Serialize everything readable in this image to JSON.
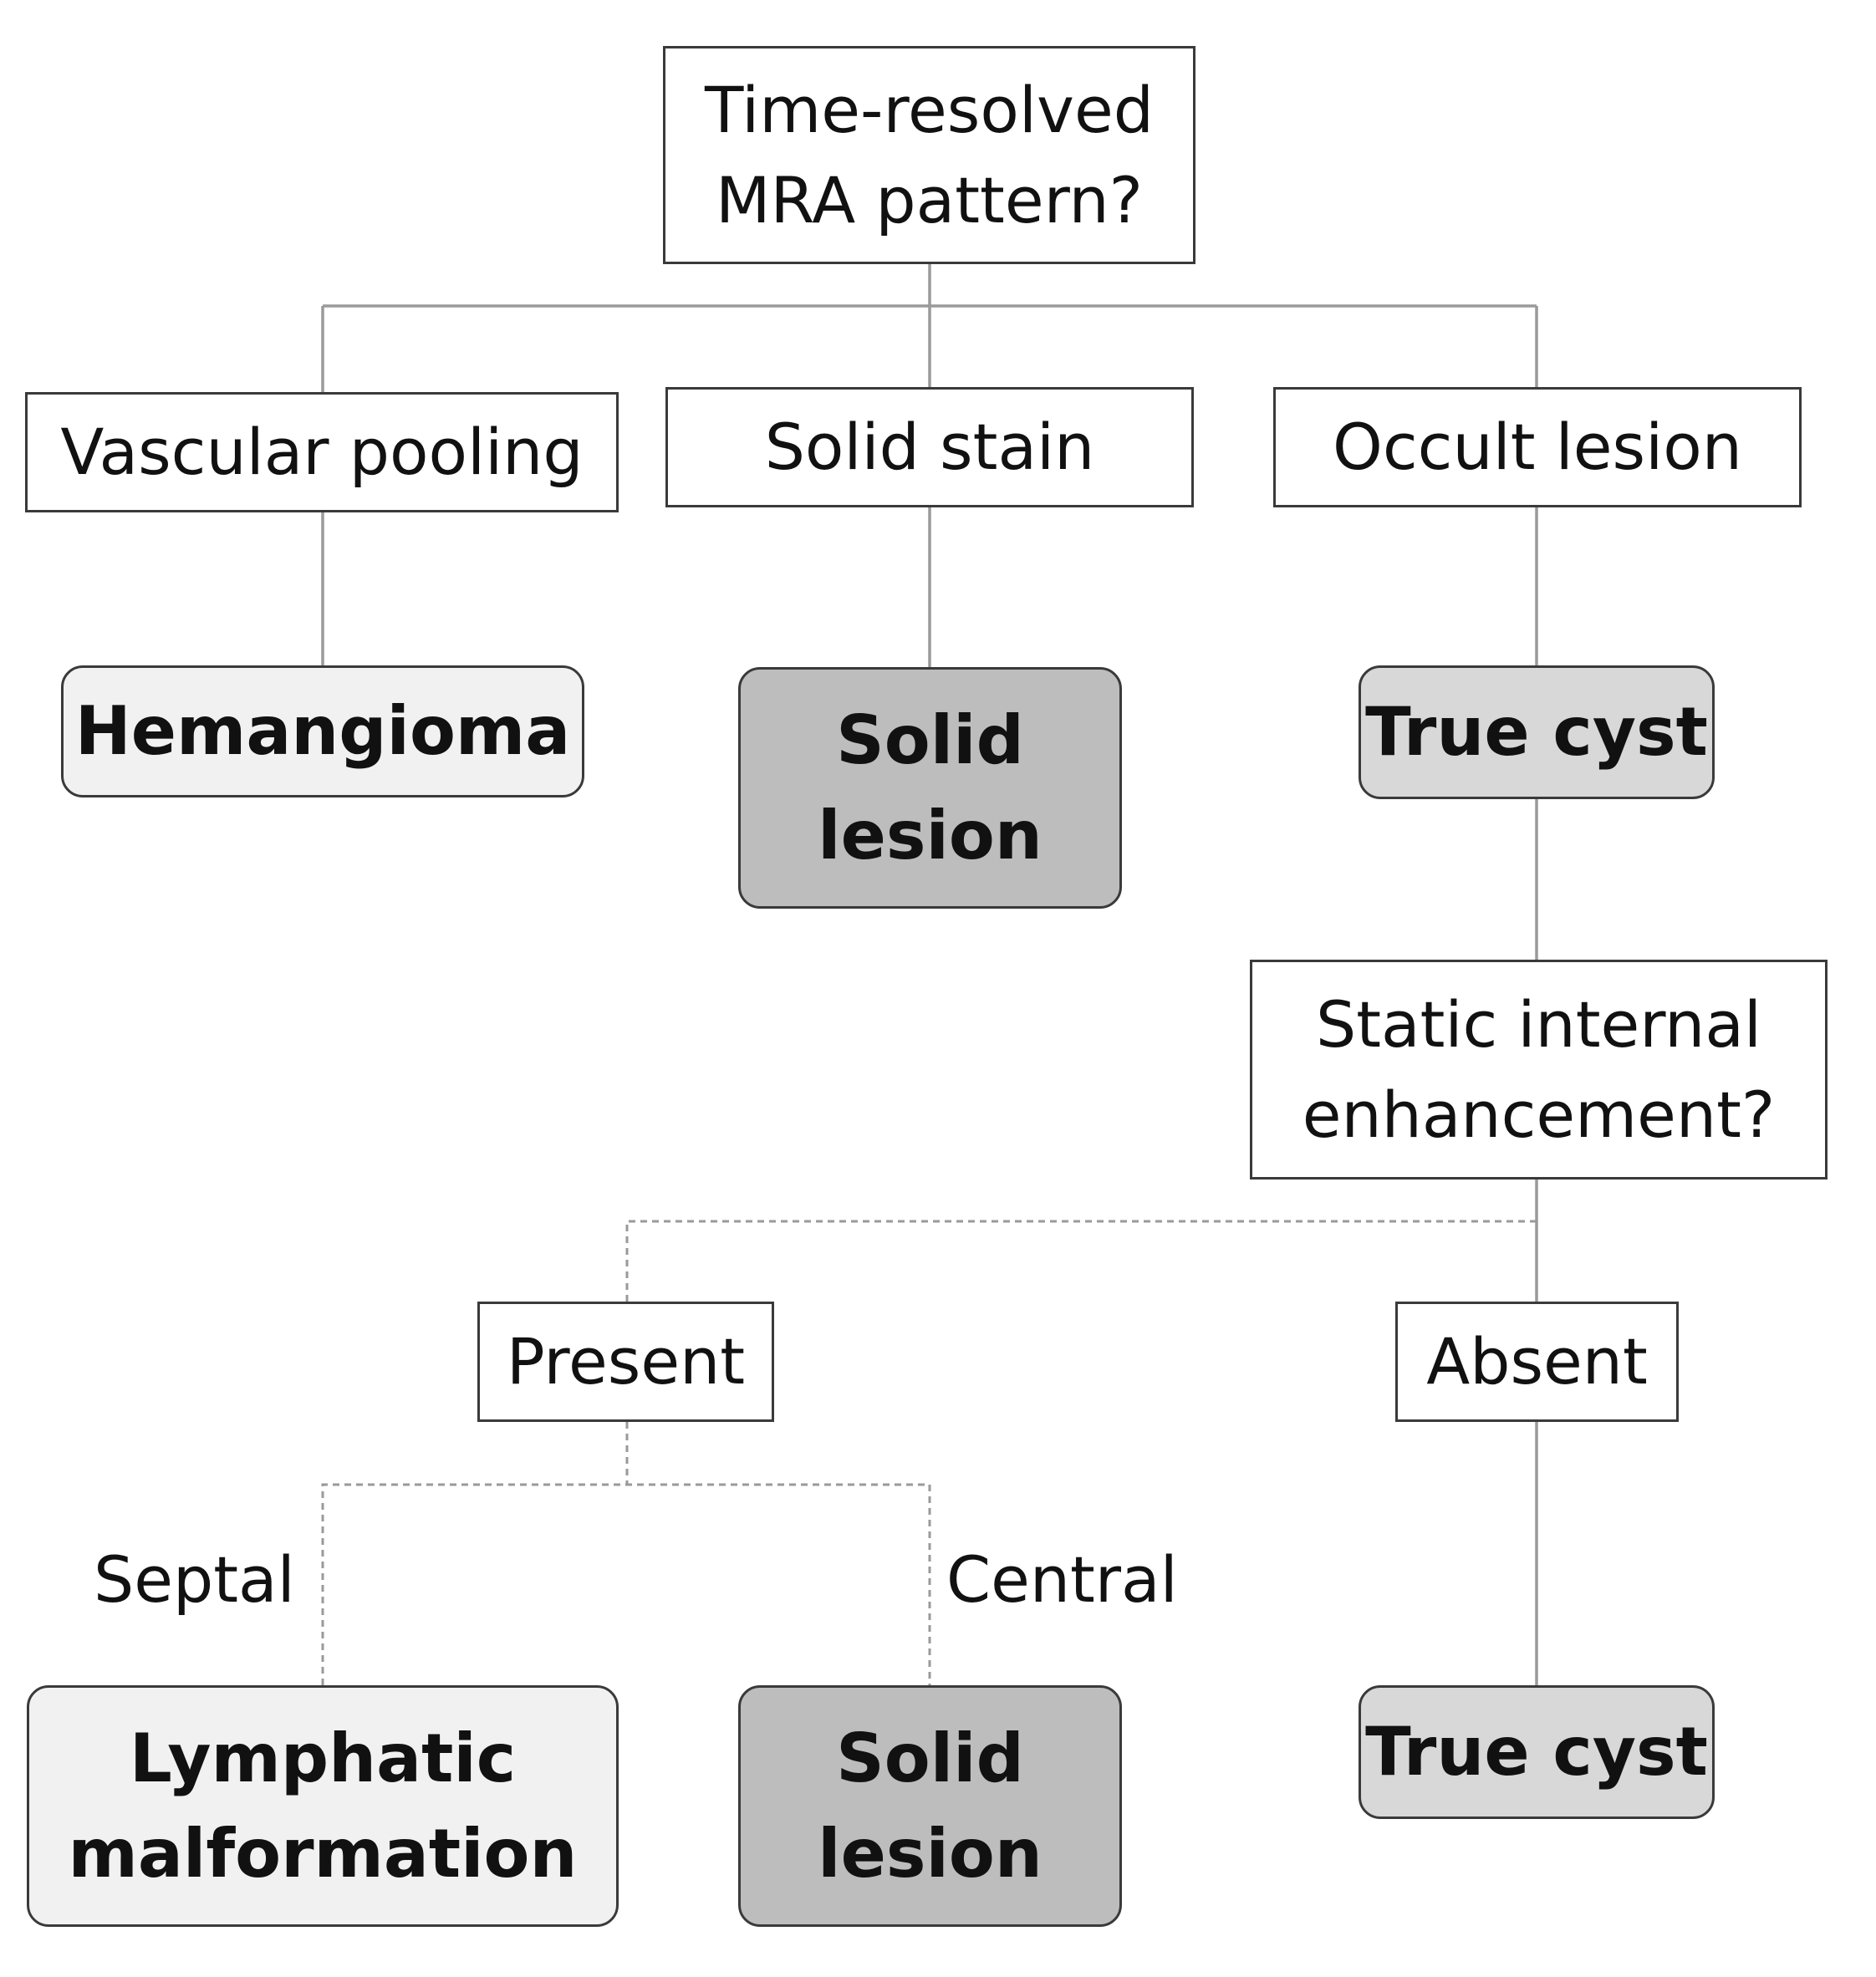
{
  "nodes": {
    "root": "Time-resolved\nMRA pattern?",
    "vascular_pooling": "Vascular pooling",
    "solid_stain": "Solid stain",
    "occult_lesion": "Occult lesion",
    "hemangioma": "Hemangioma",
    "solid_lesion_1": "Solid\nlesion",
    "true_cyst_1": "True cyst",
    "static_enhancement": "Static internal\nenhancement?",
    "present": "Present",
    "absent": "Absent",
    "lymphatic_malformation": "Lymphatic\nmalformation",
    "solid_lesion_2": "Solid\nlesion",
    "true_cyst_2": "True cyst"
  },
  "edge_labels": {
    "septal": "Septal",
    "central": "Central"
  },
  "colors": {
    "line": "#9a9a9a",
    "border": "#3a3a3a",
    "light_fill": "#f1f1f1",
    "mid_fill": "#d8d8d8",
    "dark_fill": "#bdbdbd"
  }
}
